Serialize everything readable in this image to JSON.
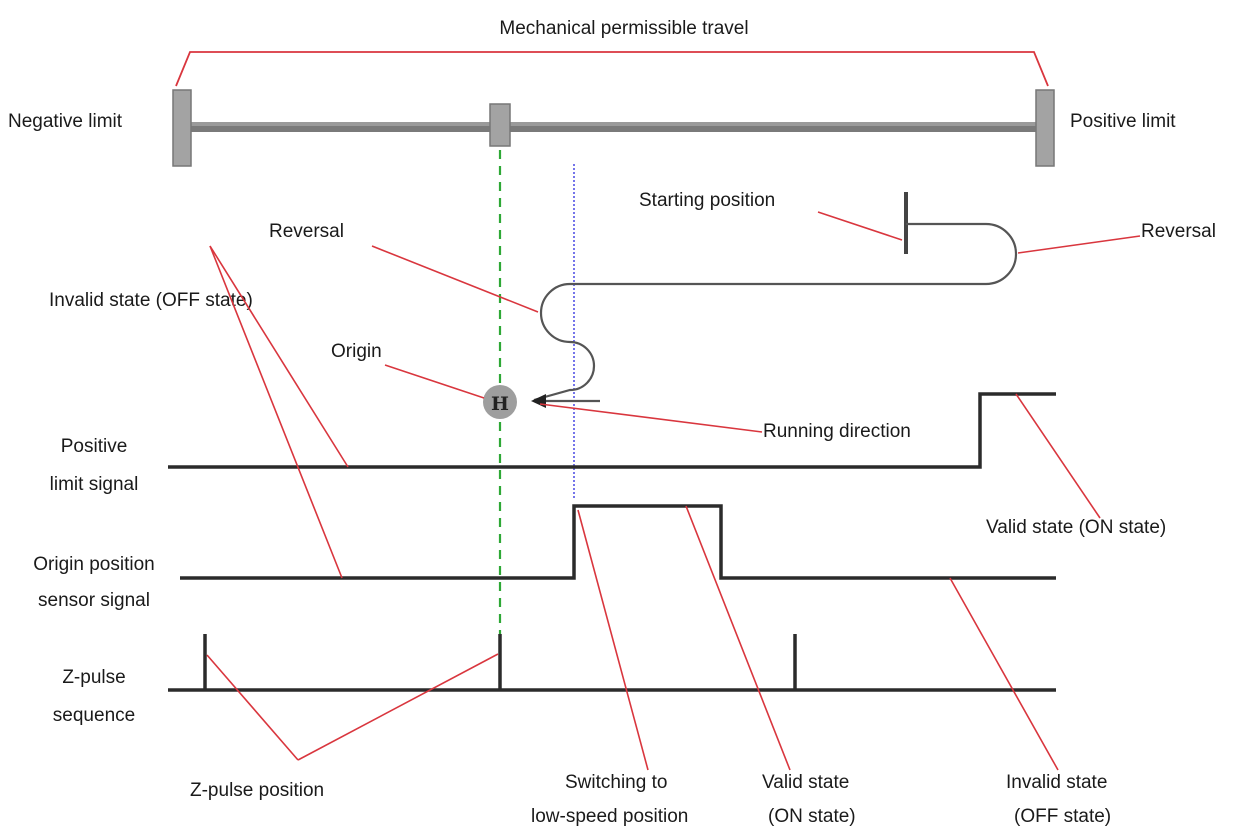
{
  "top": {
    "title": "Mechanical permissible travel",
    "negative_limit": "Negative limit",
    "positive_limit": "Positive limit"
  },
  "path": {
    "starting_position": "Starting position",
    "reversal_left": "Reversal",
    "reversal_right": "Reversal",
    "origin": "Origin",
    "origin_marker": "H",
    "running_direction": "Running direction"
  },
  "signals": {
    "positive_limit_line1": "Positive",
    "positive_limit_line2": "limit signal",
    "origin_sensor_line1": "Origin position",
    "origin_sensor_line2": "sensor signal",
    "zpulse_line1": "Z-pulse",
    "zpulse_line2": "sequence"
  },
  "annotations": {
    "invalid_state_off": "Invalid state (OFF state)",
    "valid_state_on": "Valid state (ON state)",
    "zpulse_position": "Z-pulse position",
    "switching_line1": "Switching to",
    "switching_line2": "low-speed position",
    "valid_line1": "Valid state",
    "valid_line2": "(ON state)",
    "invalid_line1": "Invalid state",
    "invalid_line2": "(OFF state)"
  },
  "colors": {
    "leader": "#d9363e",
    "origin_guide": "#2ea836",
    "switch_guide": "#3a3ae0",
    "signal": "#2b2b2b"
  }
}
